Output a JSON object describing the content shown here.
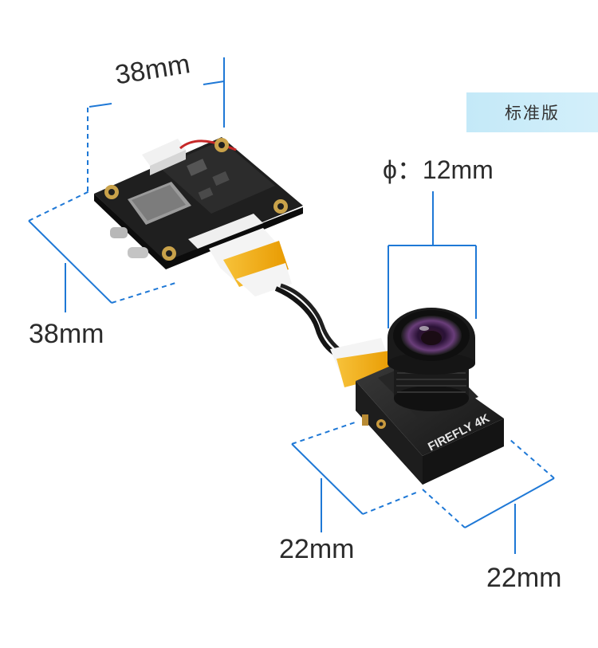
{
  "badge": {
    "text": "标准版"
  },
  "dimensions": {
    "board_width": "38mm",
    "board_depth": "38mm",
    "lens_diameter": "ϕ：12mm",
    "camera_width": "22mm",
    "camera_depth": "22mm"
  },
  "camera": {
    "brand_text": "FIREFLY 4K"
  },
  "colors": {
    "dimension_line": "#1e78d6",
    "pcb": "#1f1f1f",
    "camera_body": "#161616",
    "ribbon_flex": "#f2a900",
    "badge_bg": "#c4e9f8"
  }
}
